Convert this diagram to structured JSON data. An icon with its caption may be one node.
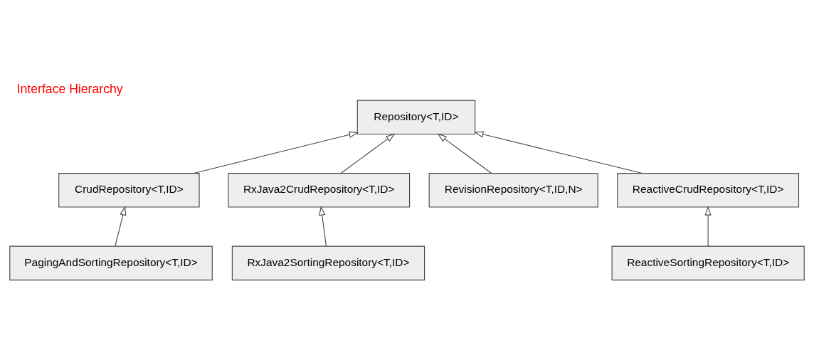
{
  "diagram": {
    "title": "Interface Hierarchy",
    "nodes": [
      {
        "text": [
          "Repository<T,ID>"
        ]
      },
      {
        "text": [
          "CrudRepository<T,ID>"
        ]
      },
      {
        "text": [
          "RxJava2CrudRepository<T,ID>"
        ]
      },
      {
        "text": [
          "RevisionRepository<T,ID,N>"
        ]
      },
      {
        "text": [
          "ReactiveCrudRepository<T,ID>"
        ]
      },
      {
        "text": [
          "PagingAndSortingRepository<T,ID>"
        ]
      },
      {
        "text": [
          "RxJava2SortingRepository<T,ID>"
        ]
      },
      {
        "text": [
          "ReactiveSortingRepository<T,ID>"
        ]
      }
    ],
    "edges": [
      {
        "from": 1,
        "to": 0,
        "arrow": "to"
      },
      {
        "from": 2,
        "to": 0,
        "arrow": "to"
      },
      {
        "from": 3,
        "to": 0,
        "arrow": "to"
      },
      {
        "from": 4,
        "to": 0,
        "arrow": "to"
      },
      {
        "from": 5,
        "to": 1,
        "arrow": "to"
      },
      {
        "from": 6,
        "to": 2,
        "arrow": "to"
      },
      {
        "from": 7,
        "to": 4,
        "arrow": "to"
      }
    ]
  }
}
